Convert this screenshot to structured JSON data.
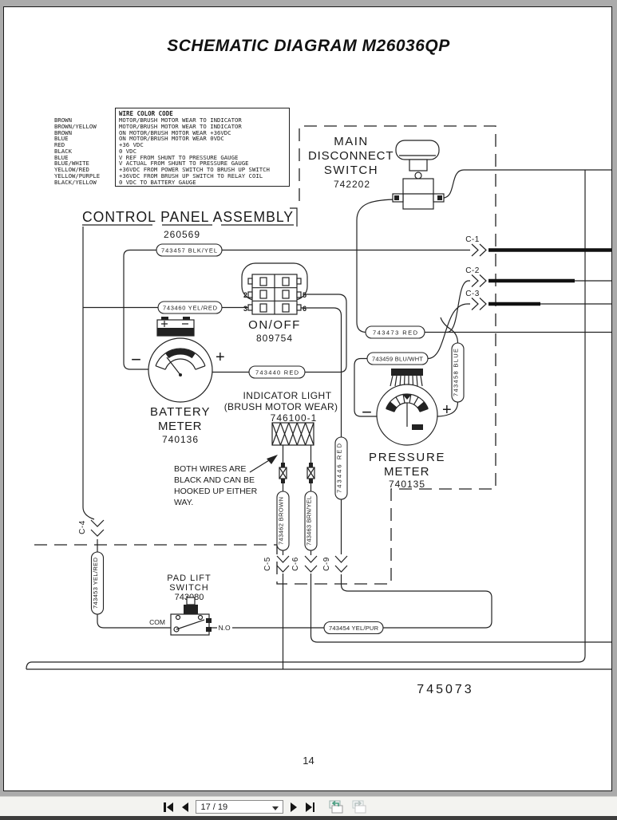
{
  "title": "SCHEMATIC DIAGRAM M26036QP",
  "wire_color_code": {
    "header": "WIRE COLOR CODE",
    "rows": [
      {
        "color": "BROWN",
        "desc": "MOTOR/BRUSH MOTOR WEAR TO INDICATOR"
      },
      {
        "color": "BROWN/YELLOW",
        "desc": "MOTOR/BRUSH MOTOR WEAR TO INDICATOR"
      },
      {
        "color": "BROWN",
        "desc": "ON MOTOR/BRUSH MOTOR WEAR +36VDC"
      },
      {
        "color": "BLUE",
        "desc": "ON MOTOR/BRUSH MOTOR WEAR 0VDC"
      },
      {
        "color": "RED",
        "desc": "+36 VDC"
      },
      {
        "color": "BLACK",
        "desc": "0 VDC"
      },
      {
        "color": "BLUE",
        "desc": "V REF FROM SHUNT TO PRESSURE GAUGE"
      },
      {
        "color": "BLUE/WHITE",
        "desc": "V ACTUAL FROM SHUNT TO PRESSURE GAUGE"
      },
      {
        "color": "YELLOW/RED",
        "desc": "+36VDC FROM POWER SWITCH TO BRUSH UP SWITCH"
      },
      {
        "color": "YELLOW/PURPLE",
        "desc": "+36VDC FROM BRUSH UP SWITCH TO RELAY COIL"
      },
      {
        "color": "BLACK/YELLOW",
        "desc": "0 VDC TO BATTERY GAUGE"
      }
    ]
  },
  "components": {
    "control_panel": {
      "name": "CONTROL PANEL ASSEMBLY",
      "number": "260569"
    },
    "main_disconnect": {
      "line1": "MAIN",
      "line2": "DISCONNECT",
      "line3": "SWITCH",
      "number": "742202"
    },
    "on_off": {
      "name": "ON/OFF",
      "number": "809754",
      "pins": [
        "2",
        "5",
        "3",
        "6"
      ]
    },
    "battery_meter": {
      "line1": "BATTERY",
      "line2": "METER",
      "number": "740136",
      "minus": "−",
      "plus": "+"
    },
    "pressure_meter": {
      "line1": "PRESSURE",
      "line2": "METER",
      "number": "740135",
      "minus": "−",
      "plus": "+"
    },
    "indicator_light": {
      "line1": "INDICATOR LIGHT",
      "line2": "(BRUSH MOTOR WEAR)",
      "number": "746100-1"
    },
    "pad_lift": {
      "line1": "PAD LIFT",
      "line2": "SWITCH",
      "number": "743080",
      "com": "COM",
      "no": "N.O"
    },
    "note": {
      "line1": "BOTH WIRES ARE",
      "line2": "BLACK AND CAN BE",
      "line3": "HOOKED UP EITHER",
      "line4": "WAY."
    }
  },
  "connectors": {
    "c1": "C-1",
    "c2": "C-2",
    "c3": "C-3",
    "c4": "C-4",
    "c5": "C-5",
    "c6": "C-6",
    "c9": "C-9"
  },
  "wire_labels": {
    "w743457": "743457 BLK/YEL",
    "w743460": "743460 YEL/RED",
    "w743440": "743440 RED",
    "w743473": "743473 RED",
    "w743459": "743459 BLU/WHT",
    "w743458": "743458 BLUE",
    "w743446": "743446 RED",
    "w743462": "743462 BROWN",
    "w743463": "743463 BRN/YEL",
    "w743453": "743453 YEL/RED",
    "w743454": "743454 YEL/PUR"
  },
  "footer": {
    "page_number": "14",
    "drawing_number": "745073"
  },
  "toolbar": {
    "page_indicator": "17 / 19"
  },
  "colors": {
    "ink": "#1c1c1c",
    "viewer_bg": "#ababab",
    "toolbar_bg": "#f3f3f0",
    "view_icon_accent": "#4a9e82"
  }
}
